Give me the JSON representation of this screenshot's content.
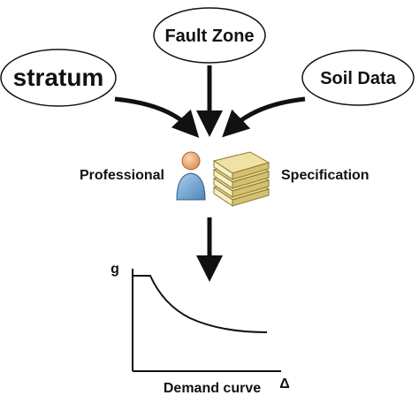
{
  "nodes": {
    "fault_zone": "Fault Zone",
    "stratum": "stratum",
    "soil_data": "Soil Data"
  },
  "labels": {
    "professional": "Professional",
    "specification": "Specification"
  },
  "graph": {
    "y_label": "g",
    "x_label": "Demand curve",
    "x_symbol": "Δ"
  },
  "icons": {
    "person": "person-icon",
    "books": "books-stack-icon"
  },
  "colors": {
    "outline": "#111111",
    "person_skin": "#f2b27d",
    "person_body": "#7fb1d8",
    "books_cover": "#e8d890",
    "books_pages": "#f7efc8"
  }
}
